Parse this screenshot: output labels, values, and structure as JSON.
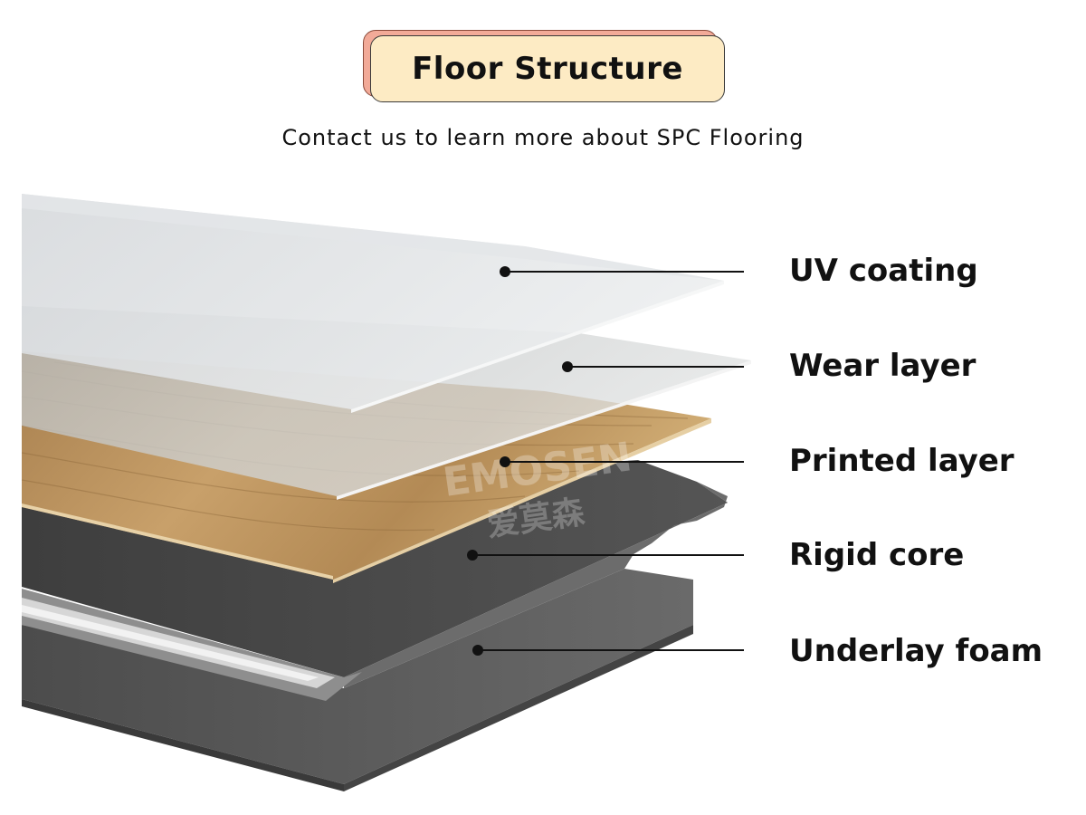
{
  "header": {
    "title": "Floor Structure",
    "subtitle": "Contact us to learn more about SPC Flooring"
  },
  "layers": [
    {
      "label": "UV coating"
    },
    {
      "label": "Wear layer"
    },
    {
      "label": "Printed layer"
    },
    {
      "label": "Rigid core"
    },
    {
      "label": "Underlay foam"
    }
  ],
  "watermark": {
    "text": "EMOSEN",
    "cjk": "爱莫森"
  },
  "colors": {
    "title_bg": "#fdebc4",
    "title_shadow": "#f2aa98",
    "wood": "#c49a62",
    "core": "#4a4a4a",
    "foam": "#5c5c5c"
  }
}
